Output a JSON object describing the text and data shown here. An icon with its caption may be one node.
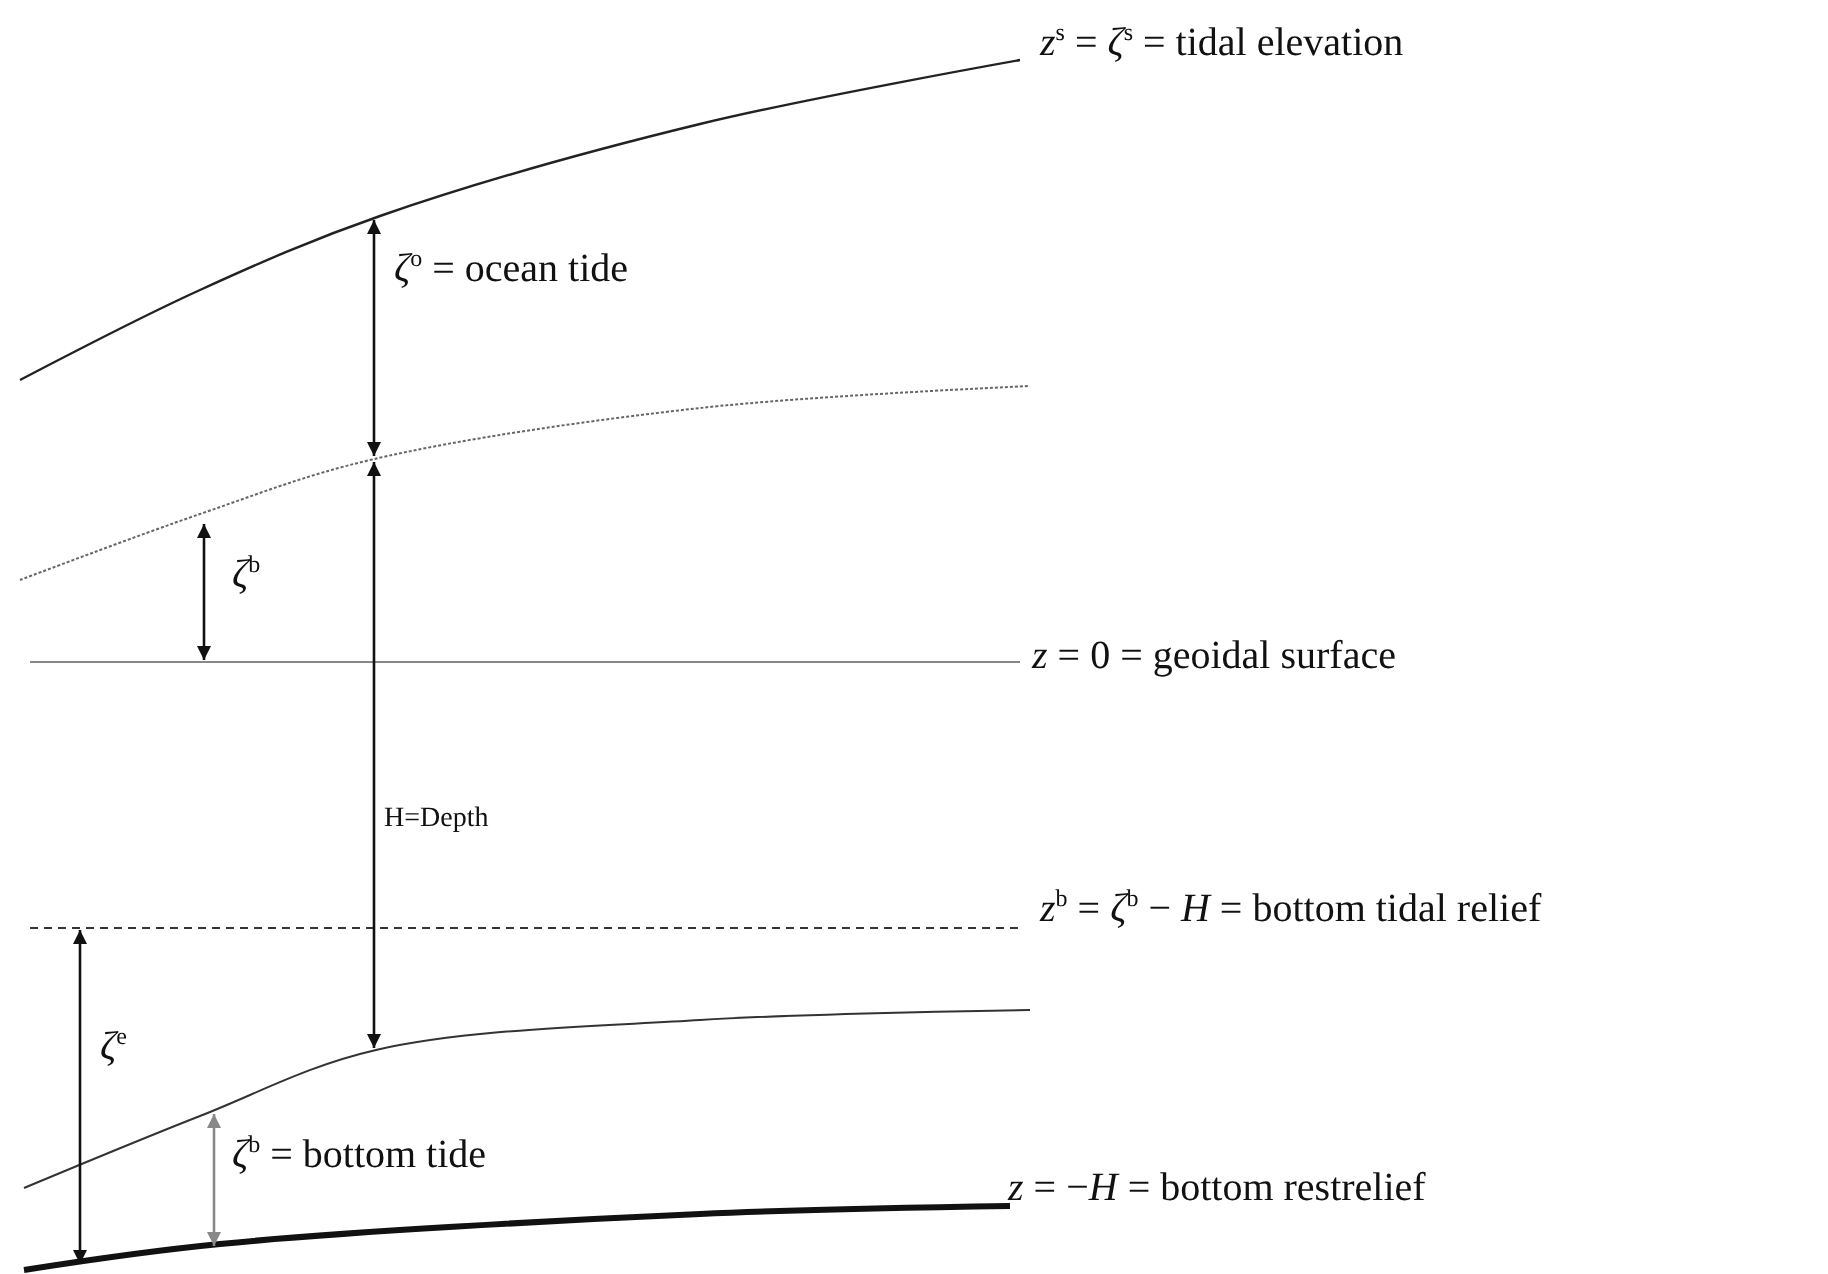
{
  "diagram": {
    "labels": [
      "*z*$^{s}$ = *ζ*$^{s}$ =  tidal elevation",
      "*ζ*$^{o}$ =  ocean tide",
      "*ζ*$^{b}$",
      "*z* = 0 = geoidal surface",
      "H=Depth",
      "*z*$^{b}$ = *ζ*$^{b}$ − *H* =  bottom tidal relief",
      "*ζ*$^{e}$",
      "*ζ*$^{b}$ =  bottom tide",
      "*z* = −*H* = bottom restrelief"
    ]
  }
}
